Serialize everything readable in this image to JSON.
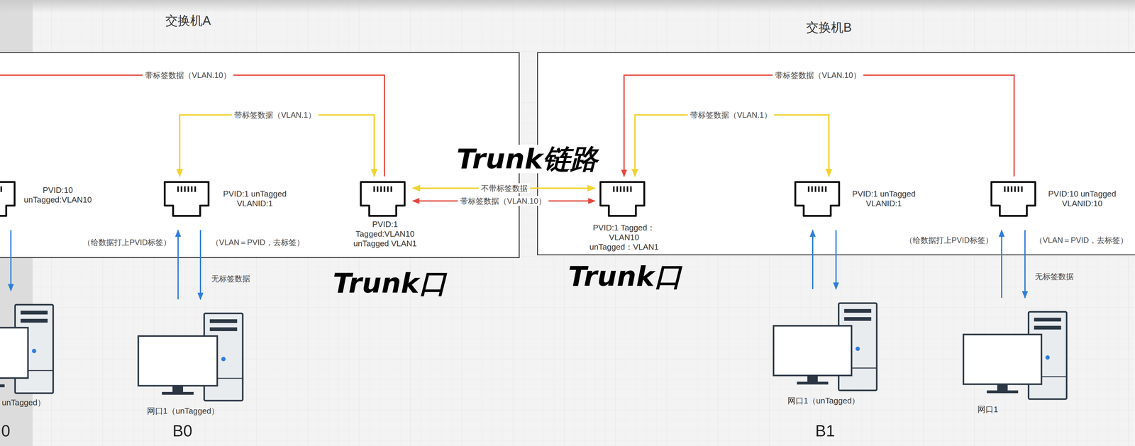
{
  "diagram": {
    "nodes": [
      {
        "text": [
          "交换机A"
        ]
      },
      {
        "text": [
          "PVID:10 unTagged:VLAN10"
        ],
        "in": 0
      },
      {
        "text": [
          "PVID:1 unTagged VLANID:1"
        ],
        "in": 0
      },
      {
        "text": [
          "PVID:1 Tagged:VLAN10 unTagged VLAN1"
        ],
        "in": 0
      },
      {
        "text": [
          "交换机B"
        ]
      },
      {
        "text": [
          "PVID:1 Tagged：VLAN10 unTagged：VLAN1"
        ],
        "in": 4
      },
      {
        "text": [
          "PVID:1 unTagged VLANID:1"
        ],
        "in": 4
      },
      {
        "text": [
          "PVID:10 unTagged VLANID:10"
        ],
        "in": 4
      },
      {
        "text": [
          "unTagged）",
          "0"
        ]
      },
      {
        "text": [
          "网口1（unTagged）",
          "B0"
        ]
      },
      {
        "text": [
          "网口1（unTagged）",
          "B1"
        ]
      },
      {
        "text": [
          "网口1"
        ]
      }
    ],
    "edges": [
      {
        "from": 1,
        "to": 3,
        "label": "带标签数据（VLAN.10）",
        "arrow": "none"
      },
      {
        "from": 3,
        "to": 2,
        "label": "带标签数据（VLAN.1）",
        "arrow": "both"
      },
      {
        "from": 3,
        "to": 5,
        "label": "不带标签数据",
        "arrow": "both"
      },
      {
        "from": 3,
        "to": 5,
        "label": "带标签数据（VLAN.10）",
        "arrow": "both"
      },
      {
        "from": 7,
        "to": 5,
        "label": "带标签数据（VLAN.10）",
        "arrow": "to"
      },
      {
        "from": 5,
        "to": 6,
        "label": "带标签数据（VLAN.1）",
        "arrow": "both"
      },
      {
        "from": 1,
        "to": 8,
        "arrow": "to"
      },
      {
        "from": 9,
        "to": 2,
        "arrow": "to"
      },
      {
        "from": 2,
        "to": 9,
        "arrow": "to"
      },
      {
        "from": 10,
        "to": 6,
        "arrow": "to"
      },
      {
        "from": 6,
        "to": 10,
        "arrow": "to"
      },
      {
        "from": 11,
        "to": 7,
        "arrow": "to"
      },
      {
        "from": 7,
        "to": 11,
        "arrow": "to"
      }
    ],
    "labels": [
      "Trunk链路",
      "Trunk口",
      "Trunk口",
      "（给数据打上PVID标签）",
      "（VLAN＝PVID，去标签）",
      "无标签数据",
      "（给数据打上PVID标签）",
      "（VLAN＝PVID，去标签）",
      "无标签数据"
    ]
  }
}
